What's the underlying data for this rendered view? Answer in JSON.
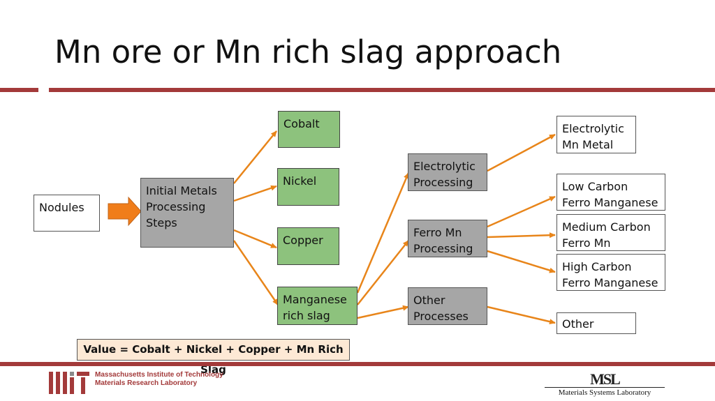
{
  "slide": {
    "title": "Mn ore or Mn rich slag approach",
    "value_equation": "Value = Cobalt + Nickel + Copper + Mn Rich Slag"
  },
  "nodes": {
    "nodules": "Nodules",
    "initial": "Initial Metals\nProcessing\nSteps",
    "cobalt": "Cobalt",
    "nickel": "Nickel",
    "copper": "Copper",
    "mn_slag": "Manganese\nrich slag",
    "electrolytic_proc": "Electrolytic\nProcessing",
    "ferro_mn_proc": "Ferro Mn\nProcessing",
    "other_proc": "Other\nProcesses",
    "electrolytic_metal": "Electrolytic\nMn Metal",
    "low_carbon": "Low Carbon\nFerro Manganese",
    "medium_carbon": "Medium Carbon\nFerro Mn",
    "high_carbon": "High Carbon\nFerro Manganese",
    "other": "Other"
  },
  "footer": {
    "mit_line1": "Massachusetts Institute of Technology",
    "mit_line2": "Materials Research Laboratory",
    "msl_logo": "MSL",
    "msl_name": "Materials Systems Laboratory"
  },
  "colors": {
    "accent": "#a33a3a",
    "arrow": "#e8851a",
    "green_box": "#8dc27d",
    "gray_box": "#a6a6a6",
    "value_box": "#fde9d5"
  }
}
